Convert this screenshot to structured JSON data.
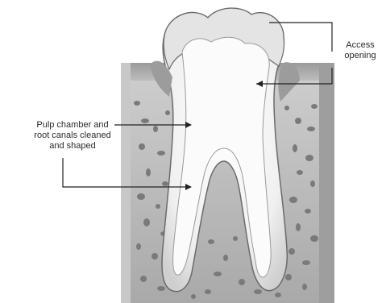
{
  "labels": {
    "access_line1": "Access",
    "access_line2": "opening",
    "pulp_line1": "Pulp chamber and",
    "pulp_line2": "root canals cleaned",
    "pulp_line3": "and shaped"
  },
  "colors": {
    "bone": "#bdbdbd",
    "bone_dark": "#8c8c8c",
    "tooth": "#f7f7f7",
    "outline": "#555555",
    "callout": "#222222"
  }
}
